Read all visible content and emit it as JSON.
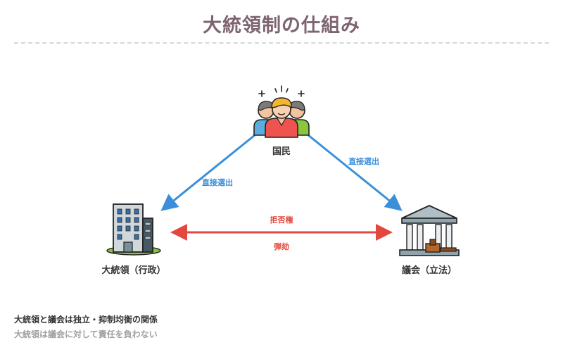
{
  "title": "大統領制の仕組み",
  "nodes": {
    "people": "国民",
    "president": "大統領（行政）",
    "congress": "議会（立法）"
  },
  "edges": {
    "election_left": "直接選出",
    "election_right": "直接選出",
    "veto": "拒否権",
    "impeachment": "弾劾"
  },
  "colors": {
    "title": "#7d6470",
    "election_arrow": "#3b8fd9",
    "check_arrow": "#e2483d"
  },
  "icons": {
    "people": "people-group-icon",
    "president": "office-building-icon",
    "congress": "courthouse-icon"
  },
  "notes": {
    "line1": "大統領と議会は独立・抑制均衡の関係",
    "line2": "大統領は議会に対して責任を負わない"
  }
}
